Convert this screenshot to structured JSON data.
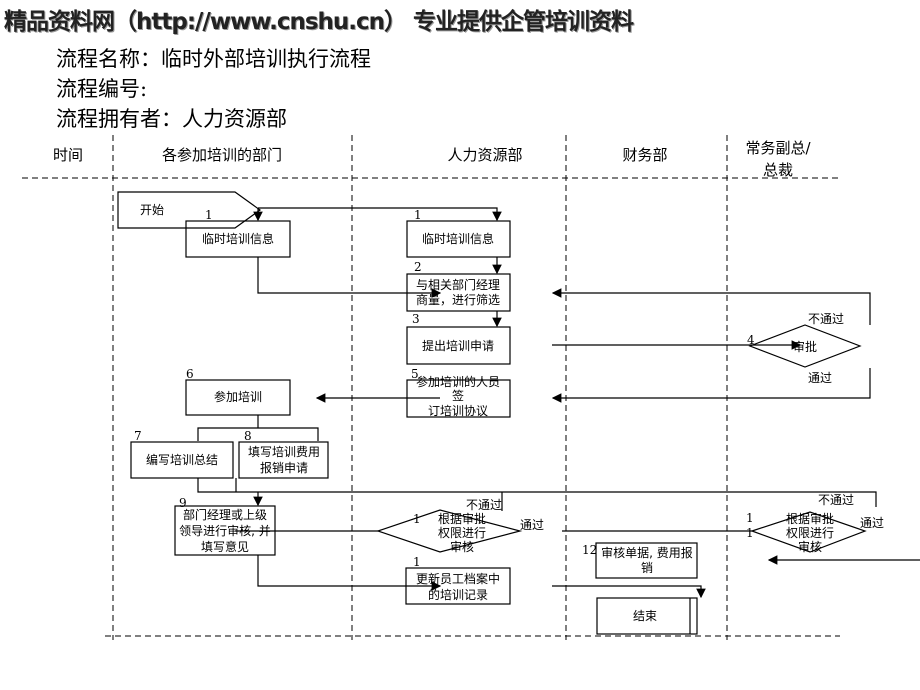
{
  "header": "精品资料网（http://www.cnshu.cn） 专业提供企管培训资料",
  "meta": {
    "name": "流程名称：临时外部培训执行流程",
    "number": "流程编号:",
    "owner": "流程拥有者：人力资源部"
  },
  "columns": [
    "时间",
    "各参加培训的部门",
    "人力资源部",
    "财务部",
    "常务副总/",
    "总裁"
  ],
  "nodes": {
    "start": "开始",
    "n1a": {
      "num": "1",
      "label": "临时培训信息"
    },
    "n1b": {
      "num": "1",
      "label": "临时培训信息"
    },
    "n2": {
      "num": "2",
      "lines": [
        "与相关部门经理",
        "商量，进行筛选"
      ]
    },
    "n3": {
      "num": "3",
      "label": "提出培训申请"
    },
    "n4": {
      "num": "4",
      "label": "审批",
      "reject": "不通过",
      "pass": "通过"
    },
    "n5": {
      "num": "5",
      "lines": [
        "参加培训的人员",
        "签",
        "订培训协议"
      ]
    },
    "n6": {
      "num": "6",
      "label": "参加培训"
    },
    "n7": {
      "num": "7",
      "label": "编写培训总结"
    },
    "n8": {
      "num": "8",
      "lines": [
        "填写培训费用",
        "报销申请"
      ]
    },
    "n9": {
      "num": "9",
      "lines": [
        "部门经理或上级",
        "领导进行审核, 并",
        "填写意见"
      ]
    },
    "n10": {
      "num": "1",
      "lines": [
        "根据审批",
        "权限进行",
        "审核"
      ],
      "reject": "不通过",
      "pass": "通过"
    },
    "n11": {
      "num1": "1",
      "num2": "1",
      "lines": [
        "根据审批",
        "权限进行",
        "审核"
      ],
      "reject": "不通过",
      "pass": "通过"
    },
    "n12": {
      "num": "12",
      "lines": [
        "审核单据, 费用报",
        "销"
      ]
    },
    "n13": {
      "num": "1",
      "lines": [
        "更新员工档案中",
        "的培训记录"
      ]
    },
    "end": "结束"
  }
}
